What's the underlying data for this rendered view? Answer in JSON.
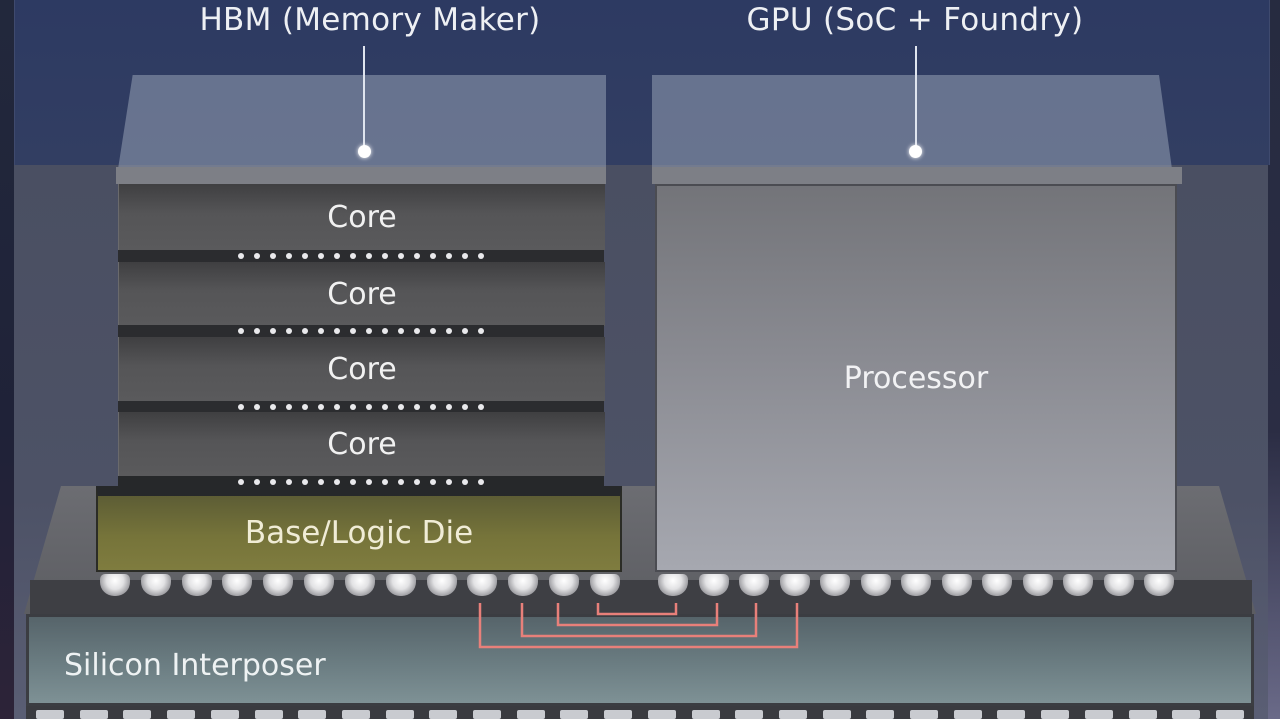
{
  "diagram": {
    "hbm": {
      "title": "HBM (Memory Maker)",
      "core_layers": [
        "Core",
        "Core",
        "Core",
        "Core"
      ],
      "base_die_label": "Base/Logic Die",
      "base_die_color": "#76743a"
    },
    "gpu": {
      "title": "GPU (SoC + Foundry)",
      "processor_label": "Processor"
    },
    "interposer": {
      "label": "Silicon Interposer"
    },
    "connections": {
      "count": 4,
      "trace_color": "#e8807a",
      "description": "HBM base die micro-bumps routed to GPU micro-bumps through interposer"
    },
    "icons": {
      "leader_dot": "leader-dot-icon"
    }
  }
}
